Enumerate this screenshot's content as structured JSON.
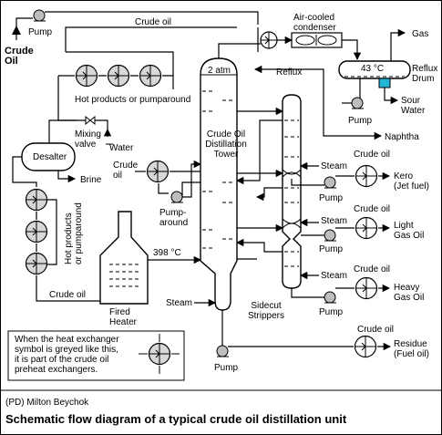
{
  "labels": {
    "crude_oil_input": "Crude\nOil",
    "pump": "Pump",
    "crude_oil": "Crude oil",
    "air_cooled_condenser": "Air-cooled\ncondenser",
    "gas": "Gas",
    "reflux_drum_temp": "43 °C",
    "reflux_drum": "Reflux\nDrum",
    "reflux": "Reflux",
    "sour_water": "Sour\nWater",
    "naphtha": "Naphtha",
    "pressure": "2 atm",
    "tower": "Crude Oil\nDistillation\nTower",
    "hot_products_top": "Hot products or pumparound",
    "mixing_valve": "Mixing\nvalve",
    "water": "Water",
    "desalter": "Desalter",
    "brine": "Brine",
    "crude_oil_feed": "Crude\noil",
    "pumparound": "Pump-\naround",
    "hot_products_left": "Hot products\nor pumparound",
    "fired_heater": "Fired\nHeater",
    "heater_temp": "398 °C",
    "steam": "Steam",
    "sidecut_strippers": "Sidecut\nStrippers",
    "kero": "Kero\n(Jet fuel)",
    "light_gas_oil": "Light\nGas Oil",
    "heavy_gas_oil": "Heavy\nGas Oil",
    "residue": "Residue\n(Fuel oil)",
    "note": "When the heat exchanger\nsymbol is greyed like this,\nit is part of the crude oil\npreheat exchangers.",
    "credit": "(PD) Milton Beychok",
    "title": "Schematic flow diagram of a typical crude oil distillation unit"
  }
}
